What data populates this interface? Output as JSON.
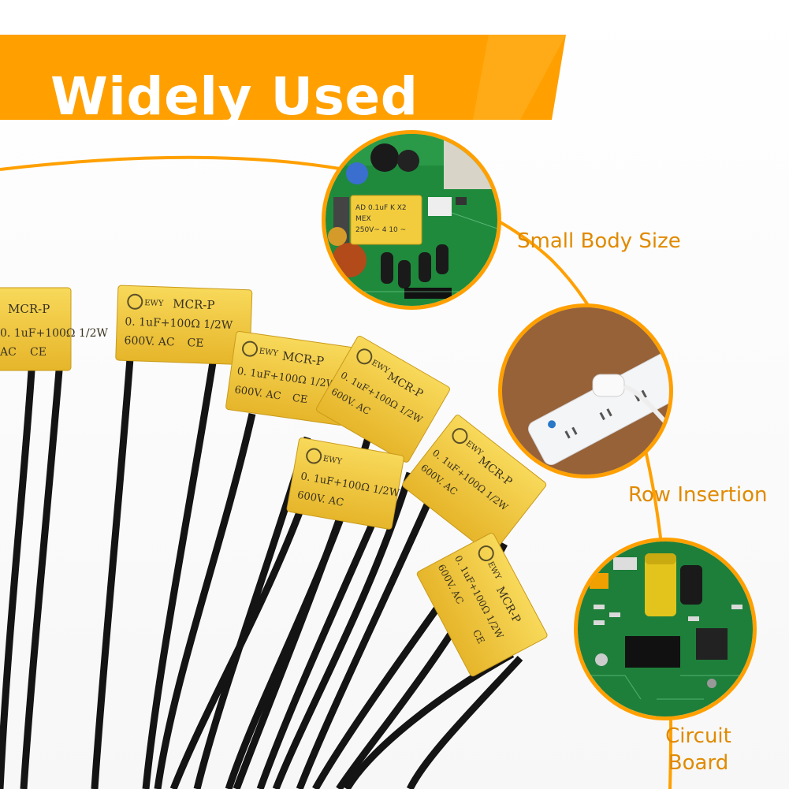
{
  "banner": {
    "title": "Widely Used"
  },
  "features": {
    "small_body": "Small Body Size",
    "row_insertion": "Row Insertion",
    "circuit_board_line1": "Circuit",
    "circuit_board_line2": "Board"
  },
  "capacitor": {
    "brand": "EWY",
    "model": "MCR-P",
    "spec": "0. 1uF+100Ω 1/2W",
    "voltage": "600V. AC",
    "cert": "CE"
  },
  "pcb_component": {
    "line1": "AD 0.1uF K X2",
    "line2": "MEX",
    "line3": "250V~ 4 10 ~"
  },
  "colors": {
    "accent": "#ffa000",
    "capacitor_body": "#f2cc3c",
    "pcb_green": "#1f8a3c"
  }
}
